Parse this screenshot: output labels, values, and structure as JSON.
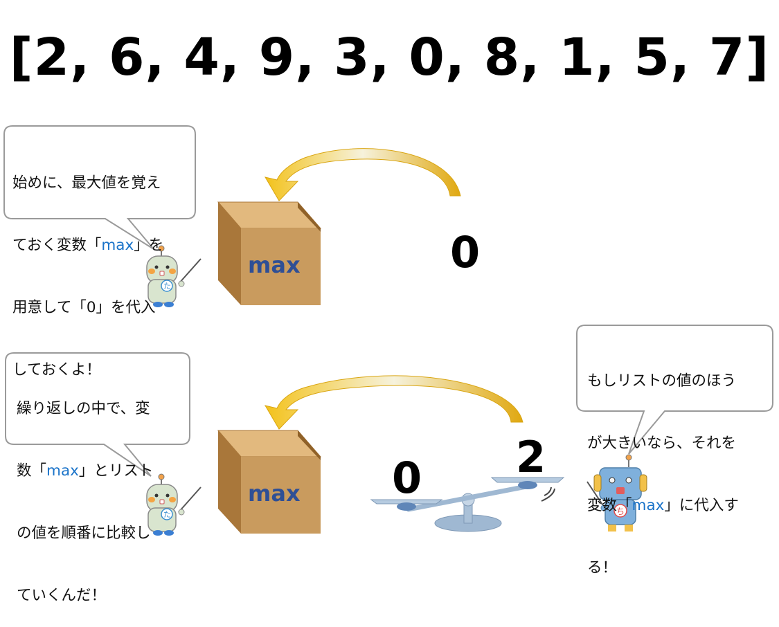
{
  "list_text": "[2, 6, 4, 9, 3, 0, 8, 1, 5, 7]",
  "step1": {
    "bubble": {
      "line1": "始めに、最大値を覚え",
      "line2_pre": "ておく変数「",
      "line2_var": "max",
      "line2_post": "」を",
      "line3": "用意して「0」を代入",
      "line4": "しておくよ！"
    },
    "box_label": "max",
    "value": "0",
    "robot_badge": "た"
  },
  "step2": {
    "left_bubble": {
      "line1": "繰り返しの中で、変",
      "line2_pre": "数「",
      "line2_var": "max",
      "line2_post": "」とリスト",
      "line3": "の値を順番に比較し",
      "line4": "ていくんだ！"
    },
    "right_bubble": {
      "line1": "もしリストの値のほう",
      "line2": "が大きいなら、それを",
      "line3_pre": "変数「",
      "line3_var": "max",
      "line3_post": "」に代入す",
      "line4": "る！"
    },
    "box_label": "max",
    "scale_left_value": "0",
    "scale_right_value": "2",
    "robot_left_badge": "た",
    "robot_right_badge": "ち"
  },
  "colors": {
    "box_light": "#c99b5e",
    "box_dark": "#a9773a",
    "box_label": "#2f4f95",
    "arrow": "#e8b416",
    "highlight": "#1a73c9",
    "scale": "#9fb8d2",
    "robot_green": "#d9e5cf",
    "robot_blue": "#7fb0dc"
  }
}
